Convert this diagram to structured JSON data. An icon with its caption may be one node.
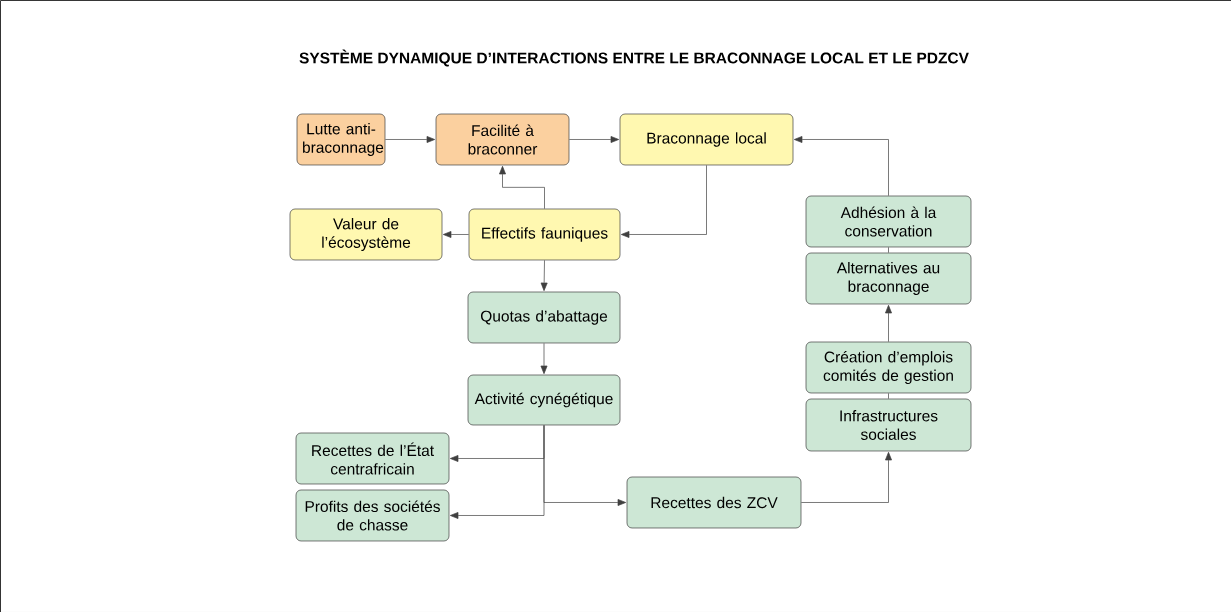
{
  "diagram": {
    "title": "SYSTÈME DYNAMIQUE D’INTERACTIONS ENTRE LE BRACONNAGE LOCAL ET LE PDZCV",
    "nodes": [
      {
        "text": [
          "Lutte anti-braconnage"
        ]
      },
      {
        "text": [
          "Facilité à braconner"
        ]
      },
      {
        "text": [
          "Braconnage local"
        ]
      },
      {
        "text": [
          "Valeur de l’écosystème"
        ]
      },
      {
        "text": [
          "Effectifs fauniques"
        ]
      },
      {
        "text": [
          "Quotas d’abattage"
        ]
      },
      {
        "text": [
          "Activité cynégétique"
        ]
      },
      {
        "text": [
          "Recettes de l’État centrafricain"
        ]
      },
      {
        "text": [
          "Profits des sociétés de chasse"
        ]
      },
      {
        "text": [
          "Recettes des ZCV"
        ]
      },
      {
        "text": [
          "Adhésion à la conservation"
        ]
      },
      {
        "text": [
          "Alternatives au braconnage"
        ]
      },
      {
        "text": [
          "Création d’emplois comités de gestion"
        ]
      },
      {
        "text": [
          "Infrastructures sociales"
        ]
      }
    ],
    "edges": [
      {
        "from": 0,
        "to": 1,
        "arrow": "to"
      },
      {
        "from": 1,
        "to": 2,
        "arrow": "to"
      },
      {
        "from": 2,
        "to": 4,
        "arrow": "to"
      },
      {
        "from": 4,
        "to": 1,
        "arrow": "to"
      },
      {
        "from": 4,
        "to": 3,
        "arrow": "to"
      },
      {
        "from": 4,
        "to": 5,
        "arrow": "to"
      },
      {
        "from": 5,
        "to": 6,
        "arrow": "to"
      },
      {
        "from": 6,
        "to": 7,
        "arrow": "to"
      },
      {
        "from": 6,
        "to": 8,
        "arrow": "to"
      },
      {
        "from": 6,
        "to": 9,
        "arrow": "to"
      },
      {
        "from": 9,
        "to": 13,
        "arrow": "to"
      },
      {
        "from": 13,
        "to": 12,
        "arrow": "none"
      },
      {
        "from": 12,
        "to": 11,
        "arrow": "to"
      },
      {
        "from": 11,
        "to": 10,
        "arrow": "none"
      },
      {
        "from": 10,
        "to": 2,
        "arrow": "to"
      }
    ]
  }
}
